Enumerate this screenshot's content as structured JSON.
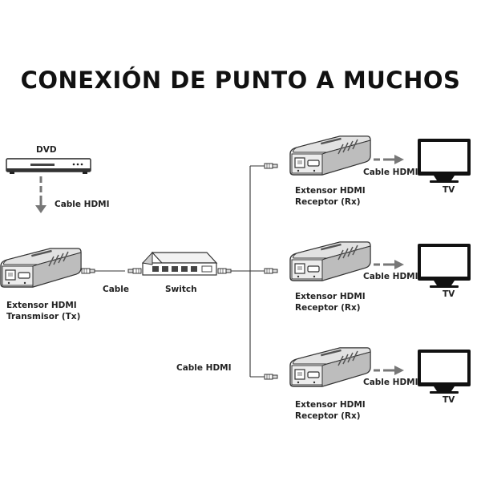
{
  "title": "CONEXIÓN DE PUNTO A MUCHOS",
  "labels": {
    "dvd": "DVD",
    "cable_hdmi_dvd": "Cable HDMI",
    "tx_line1": "Extensor HDMI",
    "tx_line2": "Transmisor (Tx)",
    "cable": "Cable",
    "switch": "Switch",
    "cable_hdmi_trunk": "Cable HDMI"
  },
  "receivers": [
    {
      "line1": "Extensor HDMI",
      "line2": "Receptor (Rx)",
      "cable": "Cable HDMI",
      "tv": "TV"
    },
    {
      "line1": "Extensor HDMI",
      "line2": "Receptor (Rx)",
      "cable": "Cable HDMI",
      "tv": "TV"
    },
    {
      "line1": "Extensor HDMI",
      "line2": "Receptor (Rx)",
      "cable": "Cable HDMI",
      "tv": "TV"
    }
  ],
  "colors": {
    "line": "#333333",
    "arrow": "#666666",
    "device": "#444444",
    "device_light": "#e9e9e9",
    "screen_bezel": "#111111"
  }
}
